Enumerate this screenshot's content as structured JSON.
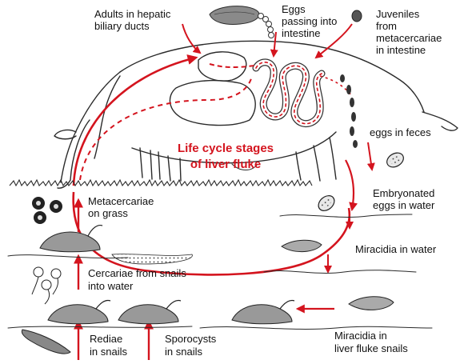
{
  "title": {
    "line1": "Life cycle stages",
    "line2": "of liver fluke"
  },
  "labels": {
    "adults": [
      "Adults in hepatic",
      "biliary ducts"
    ],
    "eggs_intestine": [
      "Eggs",
      "passing into",
      "intestine"
    ],
    "juveniles": [
      "Juveniles",
      "from",
      "metacercariae",
      "in intestine"
    ],
    "eggs_feces": [
      "eggs in feces"
    ],
    "embryonated": [
      "Embryonated",
      "eggs in water"
    ],
    "miracidia_water": [
      "Miracidia in water"
    ],
    "miracidia_snails": [
      "Miracidia in",
      "liver fluke snails"
    ],
    "sporocysts": [
      "Sporocysts",
      "in snails"
    ],
    "rediae": [
      "Rediae",
      "in snails"
    ],
    "cercariae": [
      "Cercariae from snails",
      "into water"
    ],
    "metacercariae": [
      "Metacercariae",
      "on grass"
    ]
  },
  "colors": {
    "cycle_red": "#d4141e",
    "sketch": "#2a2a2a",
    "label_text": "#111111"
  }
}
